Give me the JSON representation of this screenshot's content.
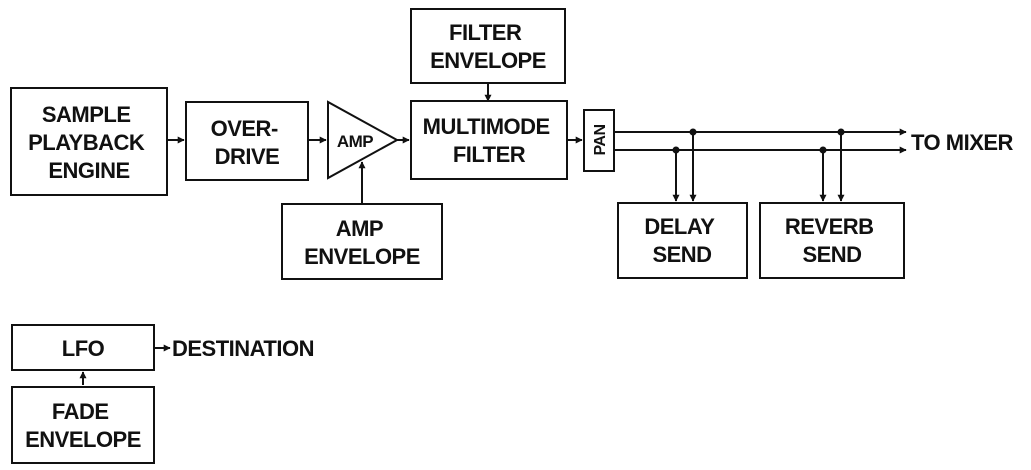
{
  "blocks": {
    "sample_playback_engine": [
      "SAMPLE",
      "PLAYBACK",
      "ENGINE"
    ],
    "overdrive": [
      "OVER-",
      "DRIVE"
    ],
    "amp": "AMP",
    "amp_envelope": [
      "AMP",
      "ENVELOPE"
    ],
    "filter_envelope": [
      "FILTER",
      "ENVELOPE"
    ],
    "multimode_filter": [
      "MULTIMODE",
      "FILTER"
    ],
    "pan": "PAN",
    "delay_send": [
      "DELAY",
      "SEND"
    ],
    "reverb_send": [
      "REVERB",
      "SEND"
    ],
    "lfo": "LFO",
    "fade_envelope": [
      "FADE",
      "ENVELOPE"
    ]
  },
  "outputs": {
    "to_mixer": "TO MIXER",
    "destination": "DESTINATION"
  }
}
